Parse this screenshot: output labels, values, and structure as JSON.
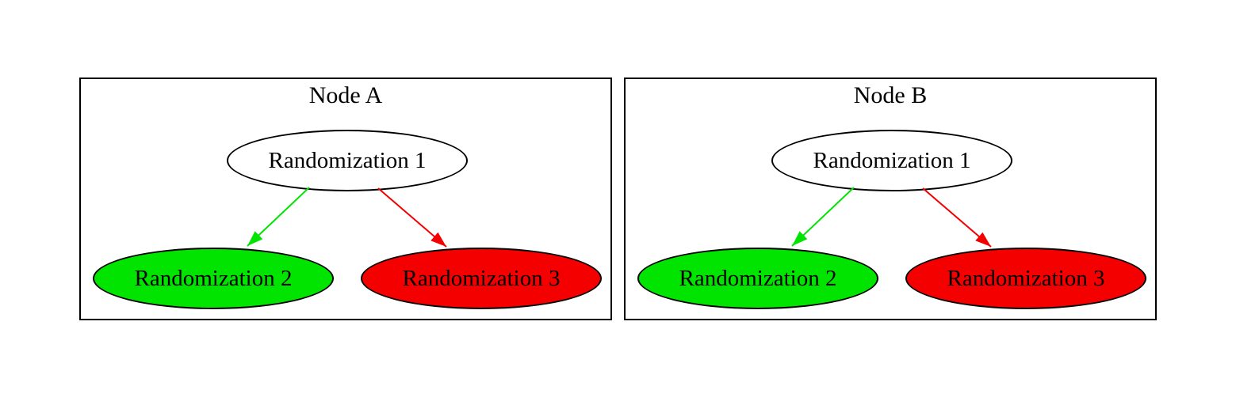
{
  "figure": {
    "background": "#ffffff",
    "border_color": "#000000",
    "text_color": "#000000",
    "panels": [
      {
        "title": "Node A",
        "nodes": [
          {
            "id": "randomization-1",
            "label": "Randomization 1",
            "fill": "#ffffff"
          },
          {
            "id": "randomization-2",
            "label": "Randomization 2",
            "fill": "#00e400"
          },
          {
            "id": "randomization-3",
            "label": "Randomization 3",
            "fill": "#f40000"
          }
        ],
        "edges": [
          {
            "from": "randomization-1",
            "to": "randomization-2",
            "color": "#00e400"
          },
          {
            "from": "randomization-1",
            "to": "randomization-3",
            "color": "#f40000"
          }
        ]
      },
      {
        "title": "Node B",
        "nodes": [
          {
            "id": "randomization-1",
            "label": "Randomization 1",
            "fill": "#ffffff"
          },
          {
            "id": "randomization-2",
            "label": "Randomization 2",
            "fill": "#00e400"
          },
          {
            "id": "randomization-3",
            "label": "Randomization 3",
            "fill": "#f40000"
          }
        ],
        "edges": [
          {
            "from": "randomization-1",
            "to": "randomization-2",
            "color": "#00e400"
          },
          {
            "from": "randomization-1",
            "to": "randomization-3",
            "color": "#f40000"
          }
        ]
      }
    ]
  }
}
